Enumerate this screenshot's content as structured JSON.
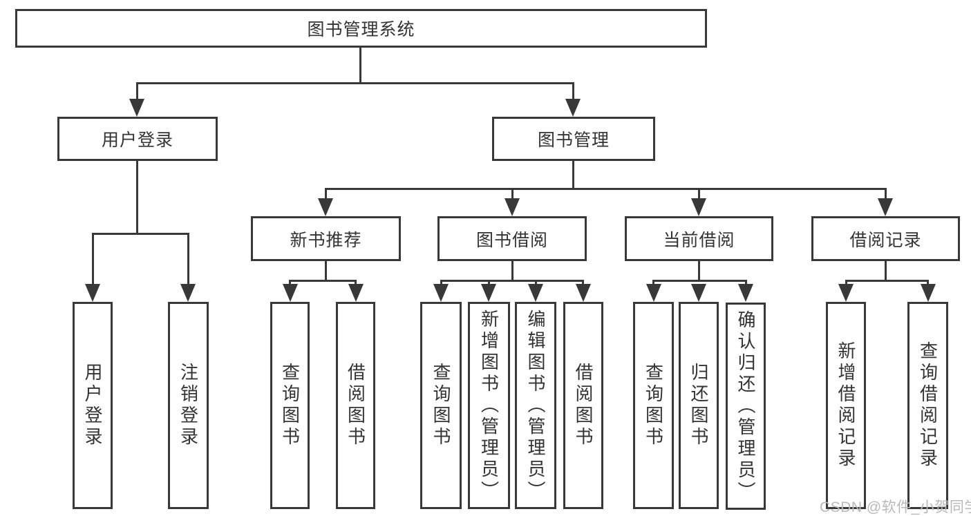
{
  "diagram": {
    "root": {
      "label": "图书管理系统"
    },
    "branches": {
      "user_login": {
        "label": "用户登录",
        "children": [
          {
            "label": "用户登录"
          },
          {
            "label": "注销登录"
          }
        ]
      },
      "book_mgmt": {
        "label": "图书管理",
        "groups": [
          {
            "label": "新书推荐",
            "children": [
              {
                "label": "查询图书"
              },
              {
                "label": "借阅图书"
              }
            ]
          },
          {
            "label": "图书借阅",
            "children": [
              {
                "label": "查询图书"
              },
              {
                "label": "新增图书（管理员）"
              },
              {
                "label": "编辑图书（管理员）"
              },
              {
                "label": "借阅图书"
              }
            ]
          },
          {
            "label": "当前借阅",
            "children": [
              {
                "label": "查询图书"
              },
              {
                "label": "归还图书"
              },
              {
                "label": "确认归还（管理员）"
              }
            ]
          },
          {
            "label": "借阅记录",
            "children": [
              {
                "label": "新增借阅记录"
              },
              {
                "label": "查询借阅记录"
              }
            ]
          }
        ]
      }
    },
    "watermark": "CSDN @软件_小贺同学"
  },
  "colors": {
    "line": "#383838",
    "text": "#333333",
    "watermark": "#b9b9b9",
    "background": "#ffffff"
  }
}
